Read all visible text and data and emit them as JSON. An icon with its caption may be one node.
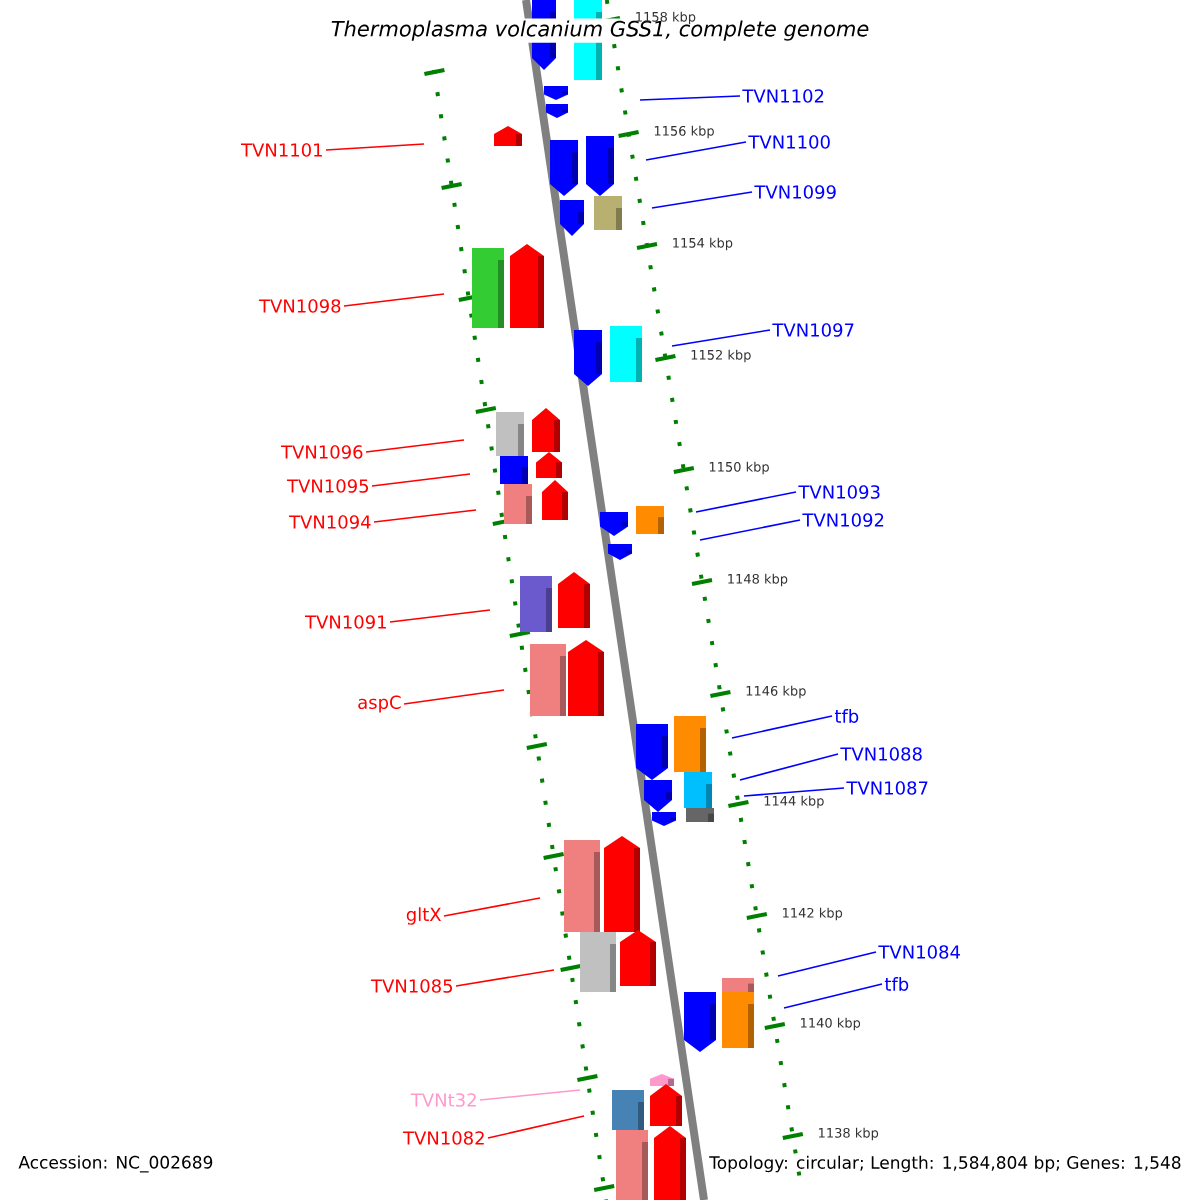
{
  "diagram": {
    "title": "Thermoplasma volcanium GSS1, complete genome",
    "nodes": [
      {
        "text": [
          "TVN1101"
        ]
      },
      {
        "text": [
          "TVN1098"
        ]
      },
      {
        "text": [
          "TVN1096"
        ]
      },
      {
        "text": [
          "TVN1095"
        ]
      },
      {
        "text": [
          "TVN1094"
        ]
      },
      {
        "text": [
          "TVN1091"
        ]
      },
      {
        "text": [
          "aspC"
        ]
      },
      {
        "text": [
          "gltX"
        ]
      },
      {
        "text": [
          "TVN1085"
        ]
      },
      {
        "text": [
          "TVNt32"
        ]
      },
      {
        "text": [
          "TVN1082"
        ]
      },
      {
        "text": [
          "TVN1102"
        ]
      },
      {
        "text": [
          "TVN1100"
        ]
      },
      {
        "text": [
          "TVN1099"
        ]
      },
      {
        "text": [
          "TVN1097"
        ]
      },
      {
        "text": [
          "TVN1093"
        ]
      },
      {
        "text": [
          "TVN1092"
        ]
      },
      {
        "text": [
          "tfb"
        ]
      },
      {
        "text": [
          "TVN1088"
        ]
      },
      {
        "text": [
          "TVN1087"
        ]
      },
      {
        "text": [
          "TVN1084"
        ]
      },
      {
        "text": [
          "tfb"
        ]
      }
    ],
    "edges": [
      {
        "from": 0,
        "to": null,
        "arrow": "none",
        "color": "#ff0000"
      },
      {
        "from": 1,
        "to": null,
        "arrow": "none",
        "color": "#ff0000"
      },
      {
        "from": 2,
        "to": null,
        "arrow": "none",
        "color": "#ff0000"
      },
      {
        "from": 3,
        "to": null,
        "arrow": "none",
        "color": "#ff0000"
      },
      {
        "from": 4,
        "to": null,
        "arrow": "none",
        "color": "#ff0000"
      },
      {
        "from": 5,
        "to": null,
        "arrow": "none",
        "color": "#ff0000"
      },
      {
        "from": 6,
        "to": null,
        "arrow": "none",
        "color": "#ff0000"
      },
      {
        "from": 7,
        "to": null,
        "arrow": "none",
        "color": "#ff0000"
      },
      {
        "from": 8,
        "to": null,
        "arrow": "none",
        "color": "#ff0000"
      },
      {
        "from": 9,
        "to": null,
        "arrow": "none",
        "color": "#ff99cc"
      },
      {
        "from": 10,
        "to": null,
        "arrow": "none",
        "color": "#ff0000"
      },
      {
        "from": 11,
        "to": null,
        "arrow": "none"
      },
      {
        "from": 12,
        "to": null,
        "arrow": "none"
      },
      {
        "from": 13,
        "to": null,
        "arrow": "none"
      },
      {
        "from": 14,
        "to": null,
        "arrow": "none"
      },
      {
        "from": 15,
        "to": null,
        "arrow": "none"
      },
      {
        "from": 16,
        "to": null,
        "arrow": "none"
      },
      {
        "from": 17,
        "to": null,
        "arrow": "none"
      },
      {
        "from": 18,
        "to": null,
        "arrow": "none"
      },
      {
        "from": 19,
        "to": null,
        "arrow": "none"
      },
      {
        "from": 20,
        "to": null,
        "arrow": "none"
      },
      {
        "from": 21,
        "to": null,
        "arrow": "none"
      }
    ],
    "labels": [
      "1158 kbp",
      "1156 kbp",
      "1154 kbp",
      "1152 kbp",
      "1150 kbp",
      "1148 kbp",
      "1146 kbp",
      "1144 kbp",
      "1142 kbp",
      "1140 kbp",
      "1138 kbp",
      "Accession: NC_002689",
      "Topology: circular; Length: 1,584,804 bp; Genes: 1,548"
    ]
  }
}
